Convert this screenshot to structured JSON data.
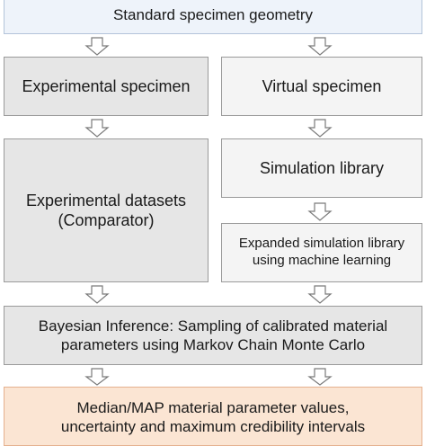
{
  "nodes": {
    "standard_geometry": "Standard specimen geometry",
    "experimental_specimen": "Experimental specimen",
    "virtual_specimen": "Virtual specimen",
    "experimental_datasets": "Experimental datasets\n(Comparator)",
    "simulation_library": "Simulation library",
    "expanded_library": "Expanded simulation library\nusing machine learning",
    "bayesian_inference": "Bayesian Inference: Sampling of calibrated material\nparameters using Markov Chain Monte Carlo",
    "output": "Median/MAP material parameter values,\nuncertainty and maximum credibility intervals"
  },
  "colors": {
    "box_border": "#9a9a9a",
    "box_fill_dark": "#e6e6e6",
    "box_fill_light": "#f4f4f4",
    "top_box_fill": "#eef3fa",
    "output_box_fill": "#fbe5d3",
    "arrow_stroke": "#7a7a7a"
  }
}
